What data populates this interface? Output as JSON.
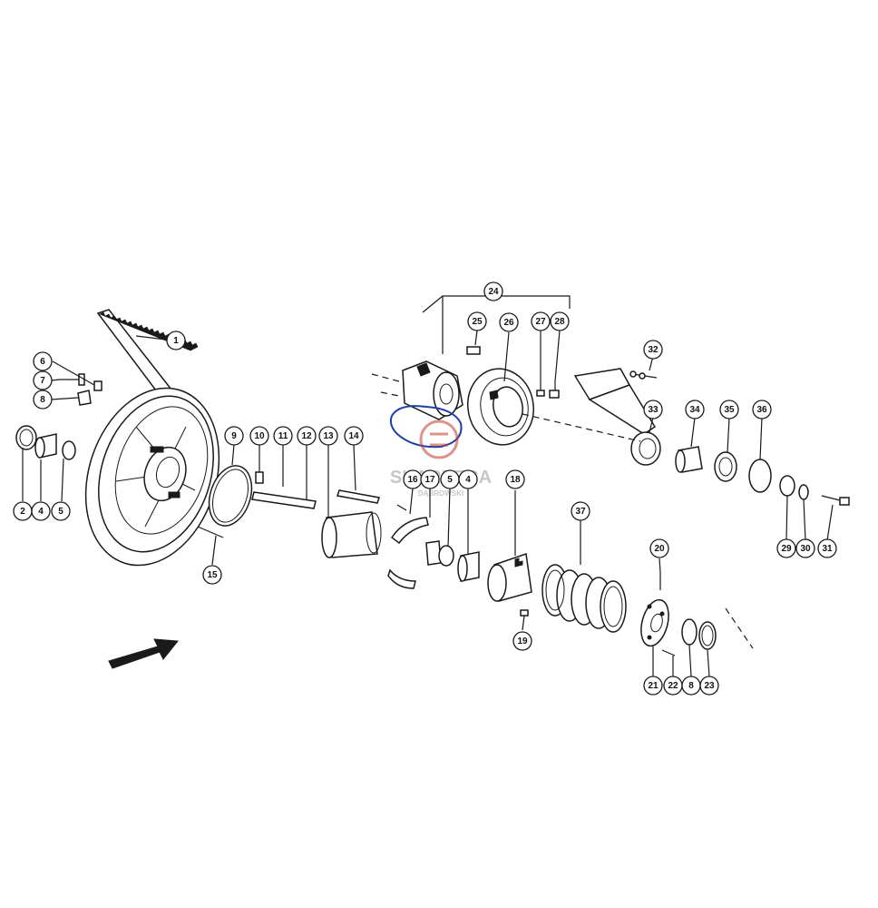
{
  "callouts": [
    {
      "n": "1"
    },
    {
      "n": "2"
    },
    {
      "n": "4"
    },
    {
      "n": "5"
    },
    {
      "n": "6"
    },
    {
      "n": "7"
    },
    {
      "n": "8"
    },
    {
      "n": "9"
    },
    {
      "n": "10"
    },
    {
      "n": "11"
    },
    {
      "n": "12"
    },
    {
      "n": "13"
    },
    {
      "n": "14"
    },
    {
      "n": "15"
    },
    {
      "n": "16"
    },
    {
      "n": "17"
    },
    {
      "n": "5"
    },
    {
      "n": "4"
    },
    {
      "n": "18"
    },
    {
      "n": "19"
    },
    {
      "n": "24"
    },
    {
      "n": "25"
    },
    {
      "n": "26"
    },
    {
      "n": "27"
    },
    {
      "n": "28"
    },
    {
      "n": "32"
    },
    {
      "n": "33"
    },
    {
      "n": "34"
    },
    {
      "n": "35"
    },
    {
      "n": "36"
    },
    {
      "n": "29"
    },
    {
      "n": "30"
    },
    {
      "n": "31"
    },
    {
      "n": "37"
    },
    {
      "n": "20"
    },
    {
      "n": "21"
    },
    {
      "n": "22"
    },
    {
      "n": "8"
    },
    {
      "n": "23"
    }
  ],
  "watermark": {
    "brand": "SKARPECA",
    "sub": "DĄBROWSKI",
    "color": "#c0392b"
  },
  "highlight_color": "#1f3fa8"
}
